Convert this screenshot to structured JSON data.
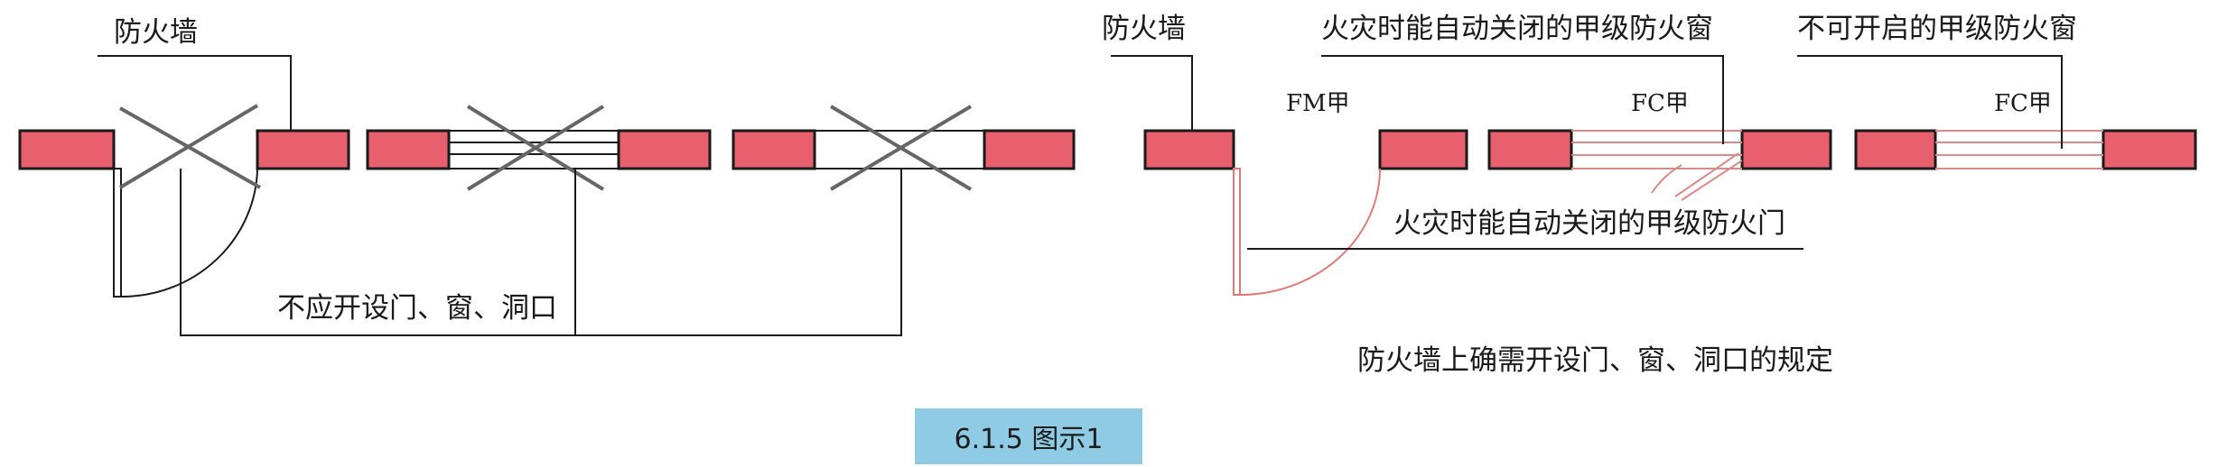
{
  "left": {
    "fire_wall_label": "防火墙",
    "forbidden_label": "不应开设门、窗、洞口"
  },
  "right": {
    "fire_wall_label": "防火墙",
    "auto_window_label": "火灾时能自动关闭的甲级防火窗",
    "fixed_window_label": "不可开启的甲级防火窗",
    "door_code": "FM甲",
    "window_code_1": "FC甲",
    "window_code_2": "FC甲",
    "auto_door_label": "火灾时能自动关闭的甲级防火门",
    "subtitle": "防火墙上确需开设门、窗、洞口的规定"
  },
  "caption": "6.1.5 图示1",
  "colors": {
    "wall_fill": "#e8606e",
    "wall_stroke": "#1a1a1a",
    "door_swing": "#e07a7a",
    "window_line": "#d98a8a",
    "caption_bg": "#8fcbe4"
  }
}
